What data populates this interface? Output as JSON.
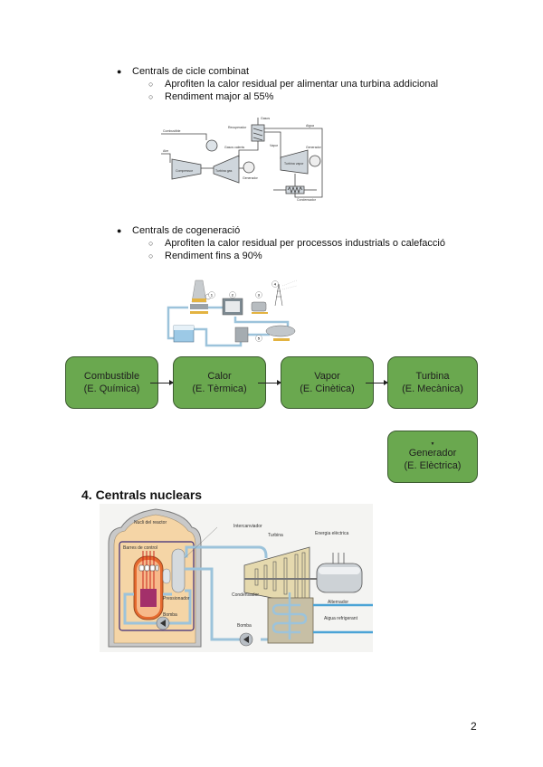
{
  "combined_cycle": {
    "heading": "Centrals de cicle combinat",
    "items": [
      "Aprofiten la calor residual per alimentar una turbina addicional",
      "Rendiment major al 55%"
    ],
    "figure": {
      "description": "combined-cycle-plant-schematic"
    }
  },
  "cogeneration": {
    "heading": "Centrals de cogeneració",
    "items": [
      "Aprofiten la calor residual per processos industrials o calefacció",
      "Rendiment fins a 90%"
    ],
    "figure": {
      "description": "cogeneration-plant-illustration"
    }
  },
  "energy_flow": {
    "box_color": "#6aa84f",
    "boxes": [
      {
        "title": "Combustible",
        "subtitle": "(E. Química)"
      },
      {
        "title": "Calor",
        "subtitle": "(E. Tèrmica)"
      },
      {
        "title": "Vapor",
        "subtitle": "(E. Cinètica)"
      },
      {
        "title": "Turbina",
        "subtitle": "(E. Mecànica)"
      },
      {
        "title": "Generador",
        "subtitle": "(E. Elèctrica)"
      }
    ]
  },
  "nuclear": {
    "heading": "4.  Centrals nuclears",
    "figure_labels": {
      "reactor_core": "Nucli del reactor",
      "control_rods": "Barres de control",
      "heat_exchanger": "Intercanviador",
      "pressurizer": "Pressionador",
      "pump_primary": "Bomba",
      "turbine": "Turbina",
      "electric_energy": "Energia elèctrica",
      "alternator": "Alternador",
      "condenser": "Condensador",
      "pump_secondary": "Bomba",
      "cooling_water": "Aigua refrigerant"
    }
  },
  "page_number": "2"
}
